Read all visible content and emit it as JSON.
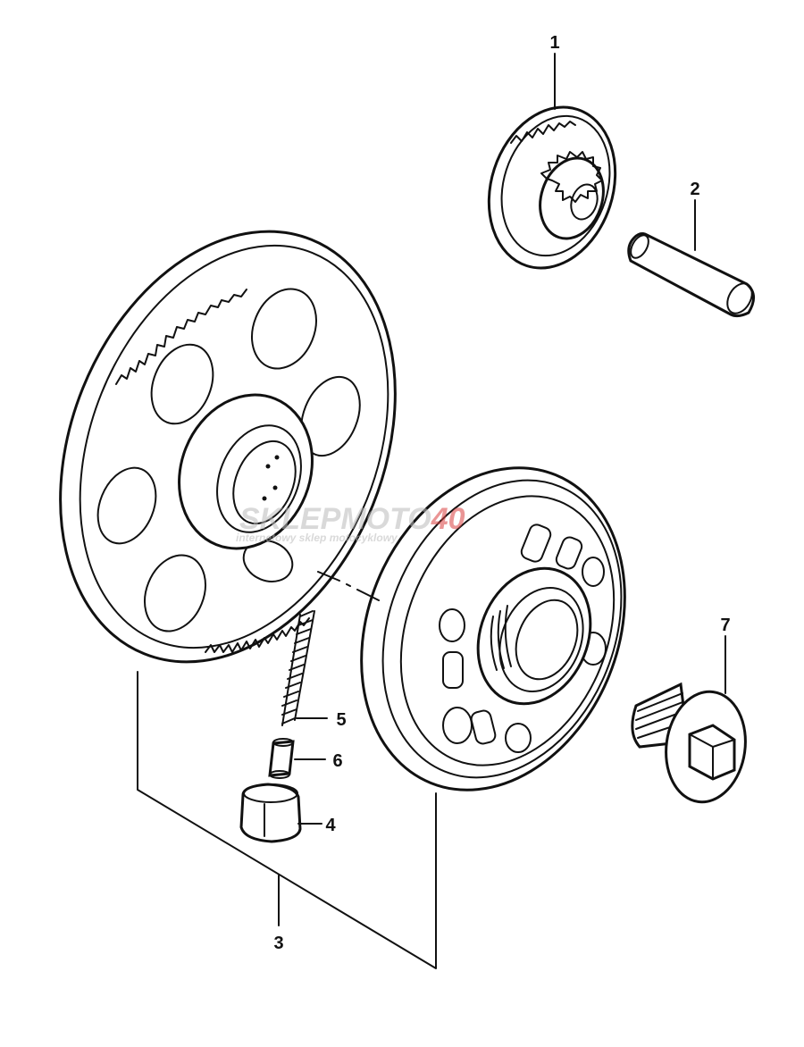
{
  "callouts": [
    {
      "id": "1",
      "label": "1"
    },
    {
      "id": "2",
      "label": "2"
    },
    {
      "id": "3",
      "label": "3"
    },
    {
      "id": "4",
      "label": "4"
    },
    {
      "id": "5",
      "label": "5"
    },
    {
      "id": "6",
      "label": "6"
    },
    {
      "id": "7",
      "label": "7"
    }
  ],
  "watermark": {
    "brand_part1": "SKLEPMOTO",
    "brand_part2": "40",
    "tagline": "internetowy sklep motocyklowy",
    "brand_color": "#d94040",
    "shadow_color": "#bbbbbb"
  }
}
